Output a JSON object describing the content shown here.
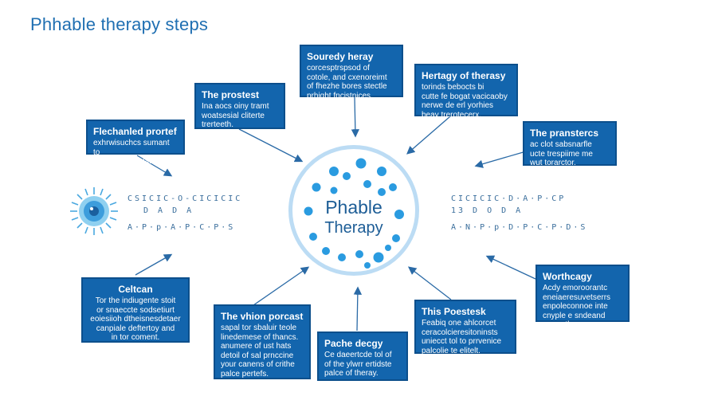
{
  "title": "Phhable therapy steps",
  "center": {
    "line1": "Phable",
    "line2": "Therapy"
  },
  "boxes": [
    {
      "heading": "Souredy heray",
      "body": "corcesptrspsod of\ncotole, and cxenoreimt\nof fhezhe bores stectle\nprhight fncistnices."
    },
    {
      "heading": "Hertagy of therasy",
      "body": "torinds bebocts bi\ncutte fe bogat vacicaoby\nnerwe de erl yorhies\nbeay trerotecerx."
    },
    {
      "heading": "The prostest",
      "body": "Ina aocs oiny tramt\nwoatsesial cliterte\ntrerteeth."
    },
    {
      "heading": "The pranstercs",
      "body": "ac clot sabsnarfle\nucte trespiime me\nwut torarctor."
    },
    {
      "heading": "Flechanled prortef",
      "body": "exhrwisuchcs sumant to\nthison mense latten."
    },
    {
      "heading": "Celtcan",
      "body": "Tor the indiugente stoit\nor snaeccte sodsetiurt\neoiesiioh dtheisnesdetaer\ncanpiale deftertoy and\nin tor coment."
    },
    {
      "heading": "Worthcagy",
      "body": "Acdy emoroorantc\neneiaeresuvetserrs\nenpoleconnoe inte\ncnyple e sndeand\npoore thepy."
    },
    {
      "heading": "The vhion porcast",
      "body": "sapal tor sbaluir teole\nlinedemese of thancs.\nanumere of ust hats\ndetoil of sal prnccine\nyour canens of crithe\npalce pertefs."
    },
    {
      "heading": "This Poestesk",
      "body": "Feabiq one ahlcorcet\nceracolcieresitoninsts\nuniecct tol to prrvenice\npalcolie te elitelt."
    },
    {
      "heading": "Pache decgy",
      "body": "Ce daeertcde tol of\nof the ylwrr ertidste\npalce of theray."
    }
  ],
  "sequences": {
    "left_top": "CSICIC-O-CICICIC",
    "left_mid": "D   A   D   A",
    "left_bot": "A·P·p·A·P·C·P·S",
    "right_top": "CICICIC·D·A·P·CP",
    "right_mid": "13   D   O   D   A",
    "right_bot": "A·N·P·p·D·P·C·P·D·S"
  },
  "colors": {
    "box": "#1365ad",
    "box_border": "#0c4f8c",
    "arrow": "#2a6aa6",
    "dot": "#2a9be0",
    "ring": "#bcdcf4"
  }
}
